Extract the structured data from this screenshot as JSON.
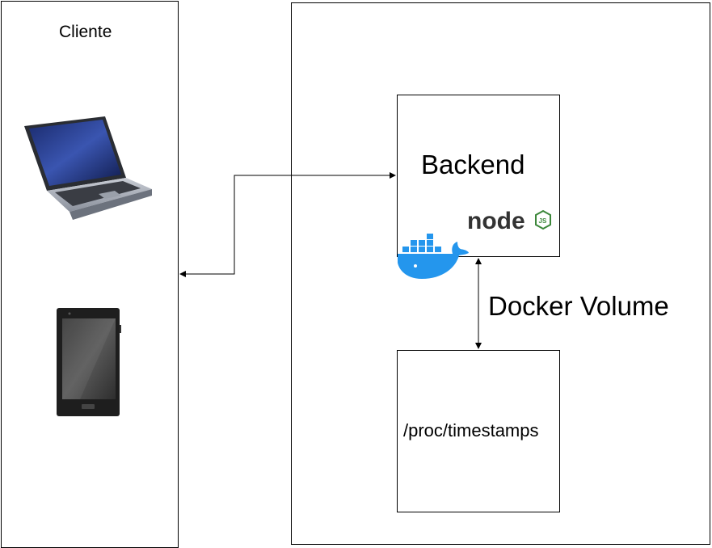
{
  "client": {
    "title": "Cliente",
    "devices": [
      {
        "name": "laptop",
        "icon": "laptop-icon"
      },
      {
        "name": "tablet",
        "icon": "tablet-icon"
      }
    ]
  },
  "server": {
    "backend": {
      "title": "Backend",
      "badges": [
        {
          "name": "nodejs-logo",
          "text": "node",
          "suffix": "JS",
          "color": "#3c873a"
        },
        {
          "name": "docker-logo",
          "color": "#2496ed"
        }
      ]
    },
    "volume_link_label": "Docker Volume",
    "volume": {
      "path": "/proc/timestamps"
    }
  },
  "colors": {
    "stroke": "#000000",
    "background": "#ffffff",
    "node_green": "#3c873a",
    "node_dark": "#333333",
    "docker_blue": "#2496ed"
  }
}
